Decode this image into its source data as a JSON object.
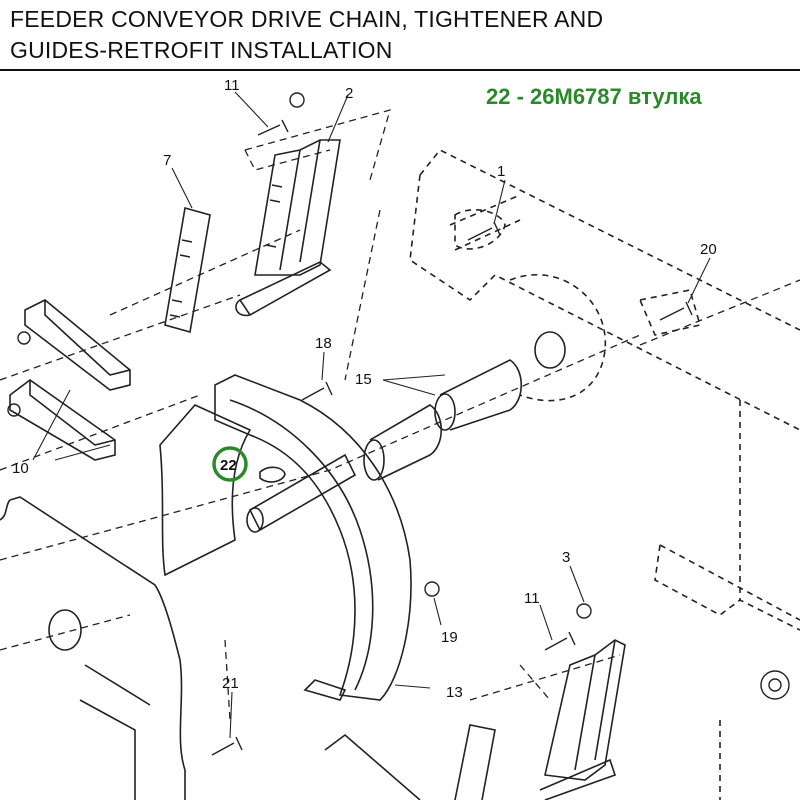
{
  "title": {
    "line1": "FEEDER CONVEYOR DRIVE CHAIN, TIGHTENER AND",
    "line2": "GUIDES-RETROFIT INSTALLATION"
  },
  "annotation": {
    "text": "22 - 26M6787 втулка",
    "color": "#2a8a2a"
  },
  "callouts": {
    "c1": "1",
    "c2": "2",
    "c3": "3",
    "c7": "7",
    "c10": "10",
    "c11a": "11",
    "c11b": "11",
    "c13": "13",
    "c15": "15",
    "c18": "18",
    "c19": "19",
    "c20": "20",
    "c21": "21",
    "c22": "22"
  },
  "highlight": {
    "part": "22",
    "ring_color": "#2a8a2a"
  }
}
